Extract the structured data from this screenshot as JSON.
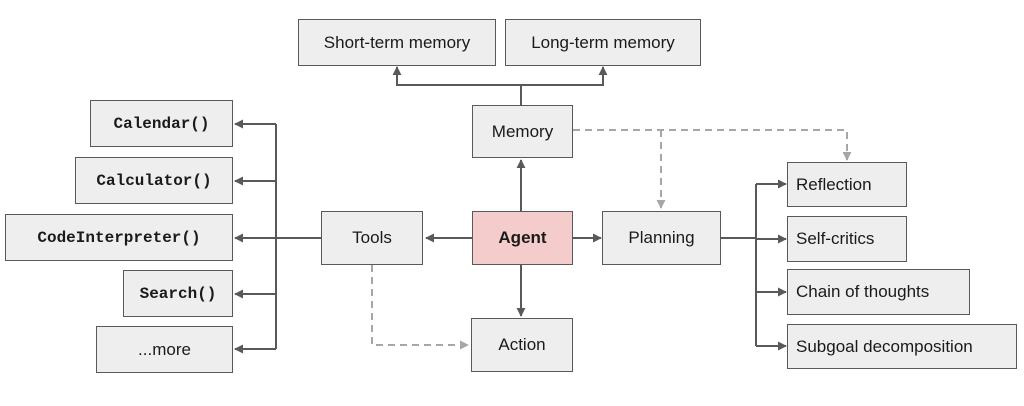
{
  "nodes": {
    "short_term_memory": "Short-term memory",
    "long_term_memory": "Long-term memory",
    "memory": "Memory",
    "agent": "Agent",
    "tools": "Tools",
    "planning": "Planning",
    "action": "Action",
    "tool_calendar": "Calendar()",
    "tool_calculator": "Calculator()",
    "tool_code_interpreter": "CodeInterpreter()",
    "tool_search": "Search()",
    "tool_more": "...more",
    "reflection": "Reflection",
    "self_critics": "Self-critics",
    "chain_of_thoughts": "Chain of thoughts",
    "subgoal_decomposition": "Subgoal decomposition"
  },
  "colors": {
    "node_fill": "#eeeeee",
    "agent_fill": "#f4cccc",
    "stroke": "#595959",
    "dashed_stroke": "#a6a6a6"
  }
}
